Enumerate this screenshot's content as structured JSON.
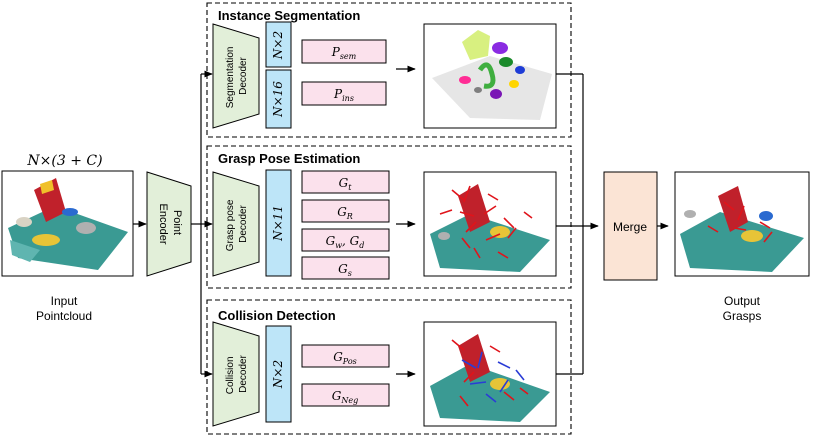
{
  "input": {
    "dimension_formula": "N×(3 + C)",
    "label_line1": "Input",
    "label_line2": "Pointcloud"
  },
  "encoder": {
    "label_line1": "Point",
    "label_line2": "Encoder"
  },
  "sections": {
    "segmentation": {
      "title": "Instance Segmentation",
      "decoder_line1": "Segmentation",
      "decoder_line2": "Decoder",
      "feature_boxes": [
        "N×2",
        "N×16"
      ],
      "outputs": [
        "P_sem",
        "P_ins"
      ]
    },
    "grasp": {
      "title": "Grasp Pose Estimation",
      "decoder_line1": "Grasp pose",
      "decoder_line2": "Decoder",
      "feature_boxes": [
        "N×11"
      ],
      "outputs": [
        "G_t",
        "G_R",
        "G_w, G_d",
        "G_s"
      ]
    },
    "collision": {
      "title": "Collision Detection",
      "decoder_line1": "Collision",
      "decoder_line2": "Decoder",
      "feature_boxes": [
        "N×2"
      ],
      "outputs": [
        "G_Pos",
        "G_Neg"
      ]
    }
  },
  "merge": {
    "label": "Merge"
  },
  "output": {
    "label_line1": "Output",
    "label_line2": "Grasps"
  },
  "colors": {
    "decoder_fill": "#e2efd9",
    "feature_fill": "#bde5f8",
    "output_fill": "#fbe1ec",
    "merge_fill": "#fbe4d5",
    "encoder_fill": "#e2efd9"
  }
}
